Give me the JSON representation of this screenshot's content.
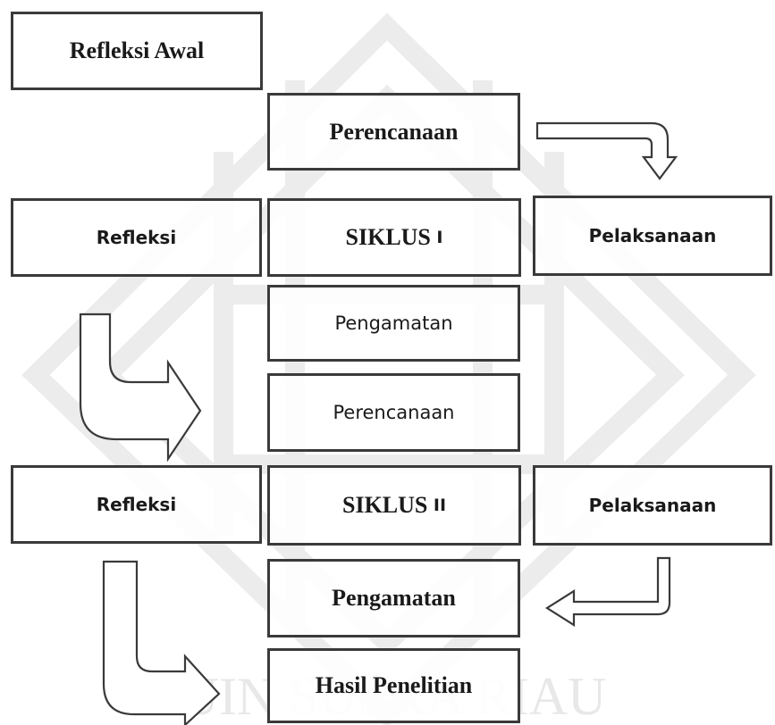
{
  "diagram": {
    "boxes": {
      "refleksi_awal": "Refleksi Awal",
      "perencanaan_1": "Perencanaan",
      "refleksi_1": "Refleksi",
      "siklus_1": "SIKLUS",
      "siklus_1_num": "I",
      "pelaksanaan_1": "Pelaksanaan",
      "pengamatan_1": "Pengamatan",
      "perencanaan_2": "Perencanaan",
      "refleksi_2": "Refleksi",
      "siklus_2": "SIKLUS",
      "siklus_2_num": "II",
      "pelaksanaan_2": "Pelaksanaan",
      "pengamatan_2": "Pengamatan",
      "hasil_penelitian": "Hasil Penelitian"
    },
    "watermark_text": "UIN SUSKA RIAU",
    "colors": {
      "border": "#3a3a3a",
      "text": "#1a1a1a",
      "watermark": "#e6e6e6"
    }
  }
}
